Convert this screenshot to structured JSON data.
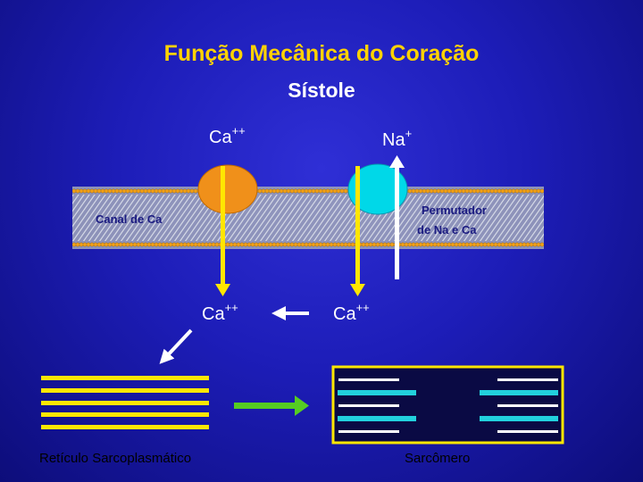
{
  "slide": {
    "title": "Função Mecânica do Coração",
    "subtitle": "Sístole"
  },
  "ions": {
    "ca_outside": {
      "symbol": "Ca",
      "charge": "++"
    },
    "na_outside": {
      "symbol": "Na",
      "charge": "+"
    },
    "ca_inside_left": {
      "symbol": "Ca",
      "charge": "++"
    },
    "ca_inside_right": {
      "symbol": "Ca",
      "charge": "++"
    }
  },
  "membrane_labels": {
    "channel": "Canal de Ca",
    "exchanger_line1": "Permutador",
    "exchanger_line2": "de Na e Ca"
  },
  "bottom_labels": {
    "reticulum": "Retículo Sarcoplasmático",
    "sarcomere": "Sarcômero"
  },
  "colors": {
    "title": "#ffd200",
    "calcium_channel": "#f0901a",
    "exchanger": "#00d8e8",
    "calcium_arrow": "#ffe600",
    "reticulum_lines": "#ffe600",
    "transfer_arrow": "#55cc22",
    "sarcomere_thin": "#ffffff",
    "sarcomere_thick": "#22d0dd"
  }
}
